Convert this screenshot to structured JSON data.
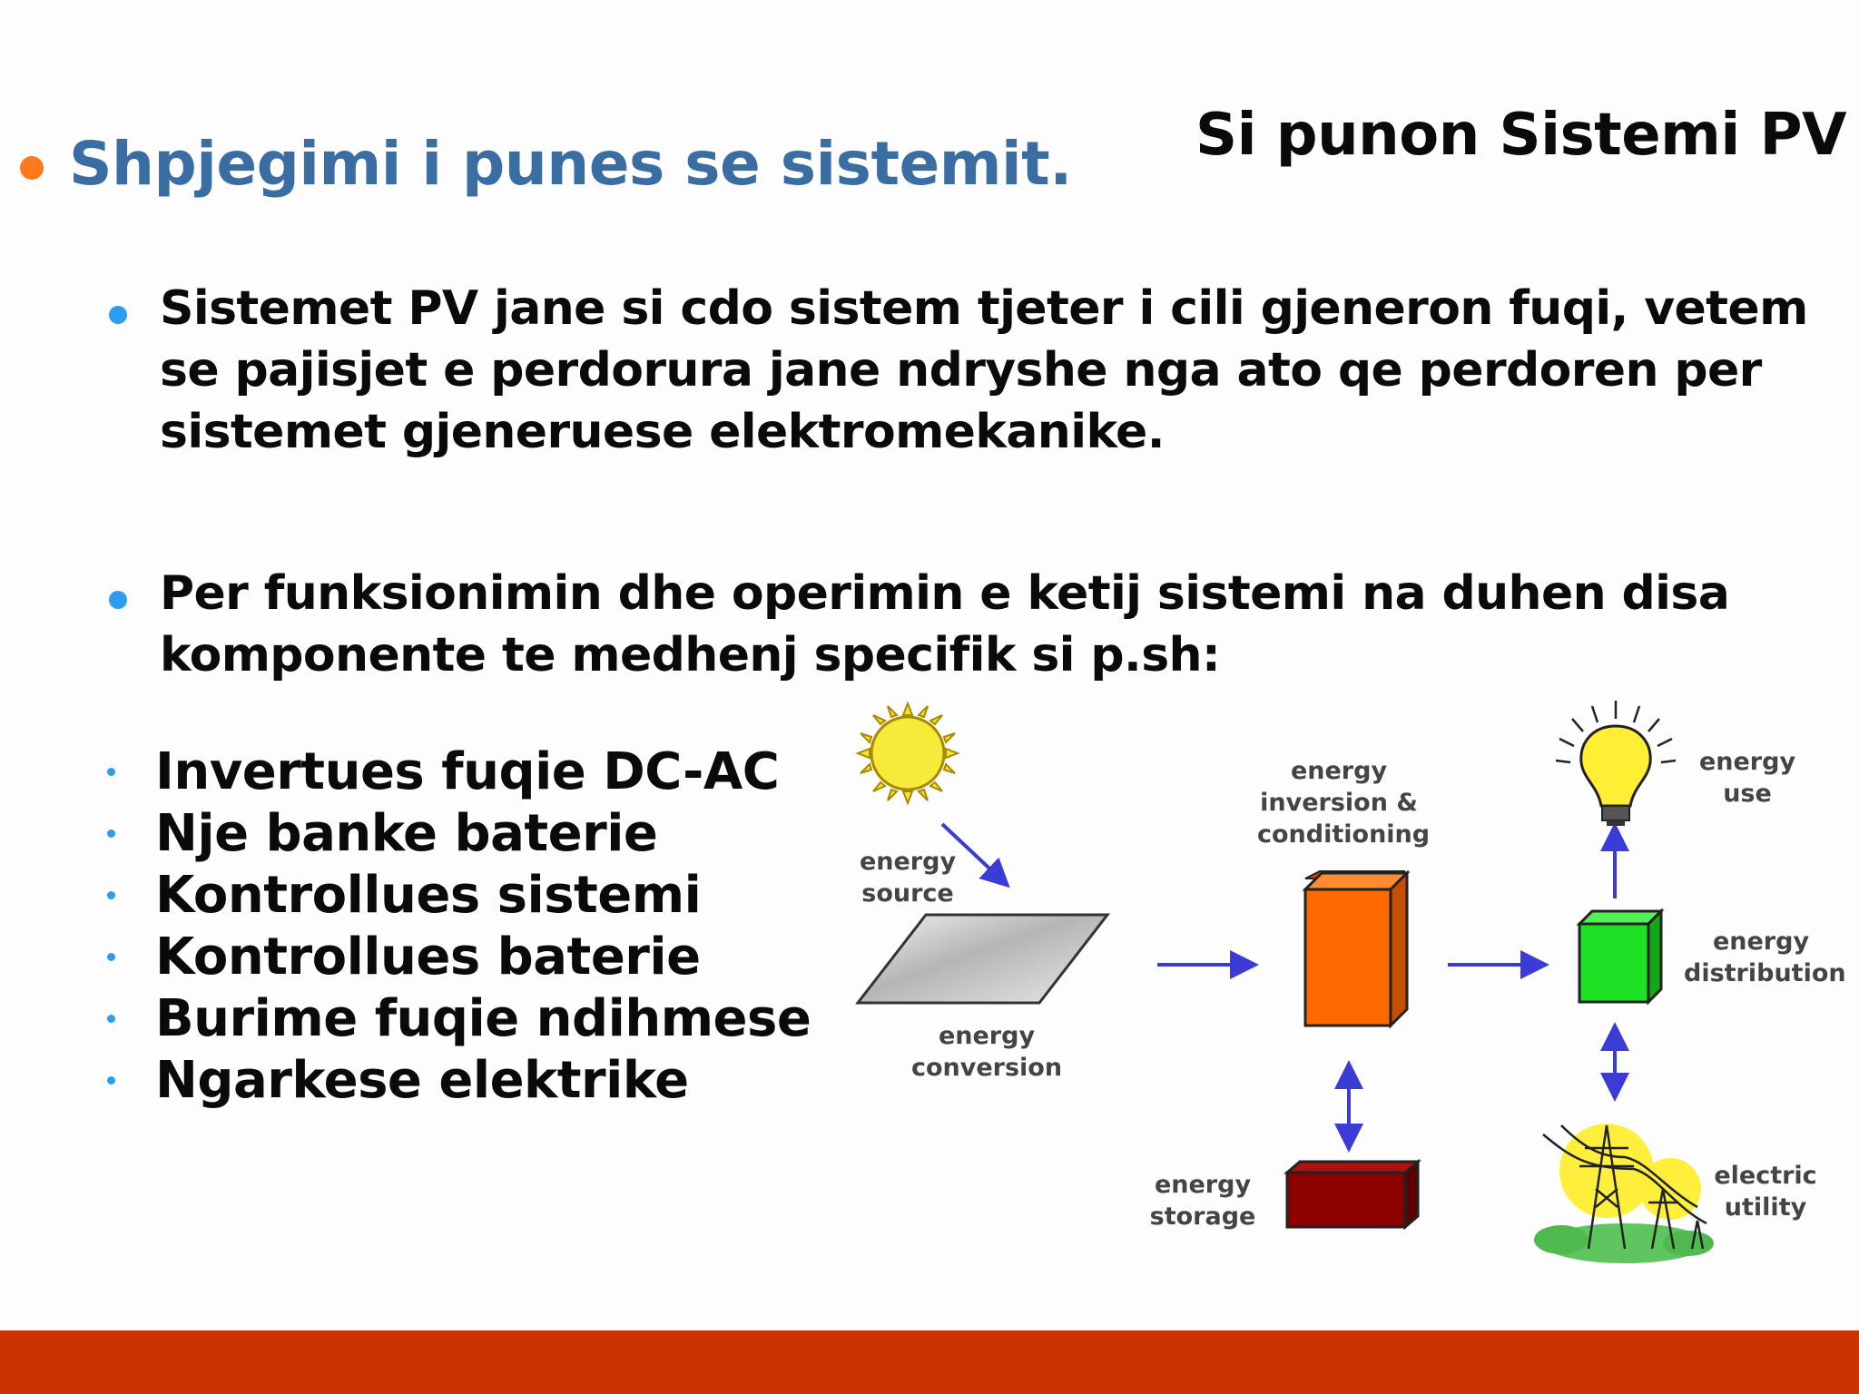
{
  "slide": {
    "corner_title": "Si punon Sistemi PV",
    "heading": "Shpjegimi i punes se sistemit.",
    "paragraphs": [
      "Sistemet PV jane si cdo sistem tjeter i cili gjeneron fuqi, vetem\nse pajisjet e perdorura jane ndryshe nga ato qe perdoren per\nsistemet gjeneruese elektromekanike.",
      "Per funksionimin dhe operimin e ketij sistemi na duhen disa\nkomponente te medhenj specifik si p.sh:"
    ],
    "components": [
      "Invertues fuqie DC-AC",
      "Nje banke baterie",
      "Kontrollues sistemi",
      "Kontrollues baterie",
      "Burime fuqie ndihmese",
      "Ngarkese elektrike"
    ]
  },
  "diagram": {
    "labels": {
      "source": "energy\nsource",
      "conversion": "energy\nconversion",
      "inversion": "energy\ninversion &\nconditioning",
      "use": "energy\nuse",
      "distribution": "energy\ndistribution",
      "storage": "energy\nstorage",
      "utility": "electric\nutility"
    },
    "icons": [
      "sun-icon",
      "solar-panel-icon",
      "inverter-box-icon",
      "light-bulb-icon",
      "distribution-box-icon",
      "battery-storage-icon",
      "power-tower-icon"
    ],
    "colors": {
      "arrow": "#3b3bd6",
      "sun": "#f5e531",
      "inverter": "#ff6a00",
      "distribution": "#1ee024",
      "storage": "#8c0000",
      "bulb": "#ffee33"
    }
  },
  "colors": {
    "heading": "#3a6ea3",
    "heading_bullet": "#ff7a1a",
    "bullet": "#2b9cf0",
    "footer": "#cc3300"
  }
}
